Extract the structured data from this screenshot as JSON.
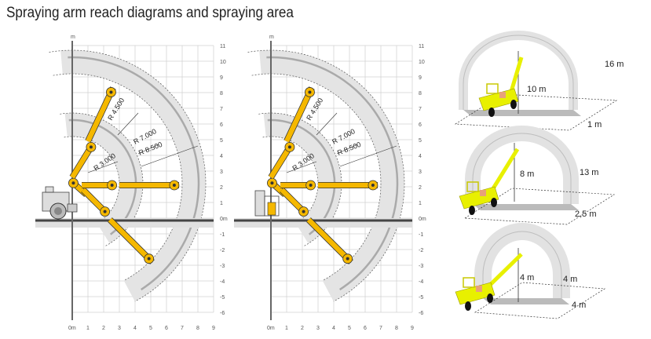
{
  "title": "Spraying arm reach diagrams and spraying area",
  "reach_diagrams": [
    {
      "axis_unit": "m",
      "x_ticks": [
        "0m",
        "1",
        "2",
        "3",
        "4",
        "5",
        "6",
        "7",
        "8",
        "9"
      ],
      "y_ticks": [
        "11",
        "10",
        "9",
        "8",
        "7",
        "6",
        "5",
        "4",
        "3",
        "2",
        "1",
        "0m",
        "-1",
        "-2",
        "-3",
        "-4",
        "-5",
        "-6"
      ],
      "radii": [
        "R 3.000",
        "R 4.500",
        "R 7.000",
        "R 8.500"
      ]
    },
    {
      "axis_unit": "m",
      "x_ticks": [
        "0m",
        "1",
        "2",
        "3",
        "4",
        "5",
        "6",
        "7",
        "8",
        "9"
      ],
      "y_ticks": [
        "11",
        "10",
        "9",
        "8",
        "7",
        "6",
        "5",
        "4",
        "3",
        "2",
        "1",
        "0m",
        "-1",
        "-2",
        "-3",
        "-4",
        "-5",
        "-6"
      ],
      "radii": [
        "R 3.000",
        "R 4.500",
        "R 7.000",
        "R 8.500"
      ]
    }
  ],
  "spraying_areas": [
    {
      "width": "16 m",
      "height": "10 m",
      "depth": "1 m"
    },
    {
      "width": "13 m",
      "height": "8 m",
      "depth": "2,5 m"
    },
    {
      "width": "4 m",
      "height": "4 m",
      "depth": "4 m"
    }
  ],
  "colors": {
    "boom": "#f5b800",
    "band": "#e4e4e4",
    "grid": "#d0d0d0",
    "machine_yellow": "#e8f000"
  }
}
